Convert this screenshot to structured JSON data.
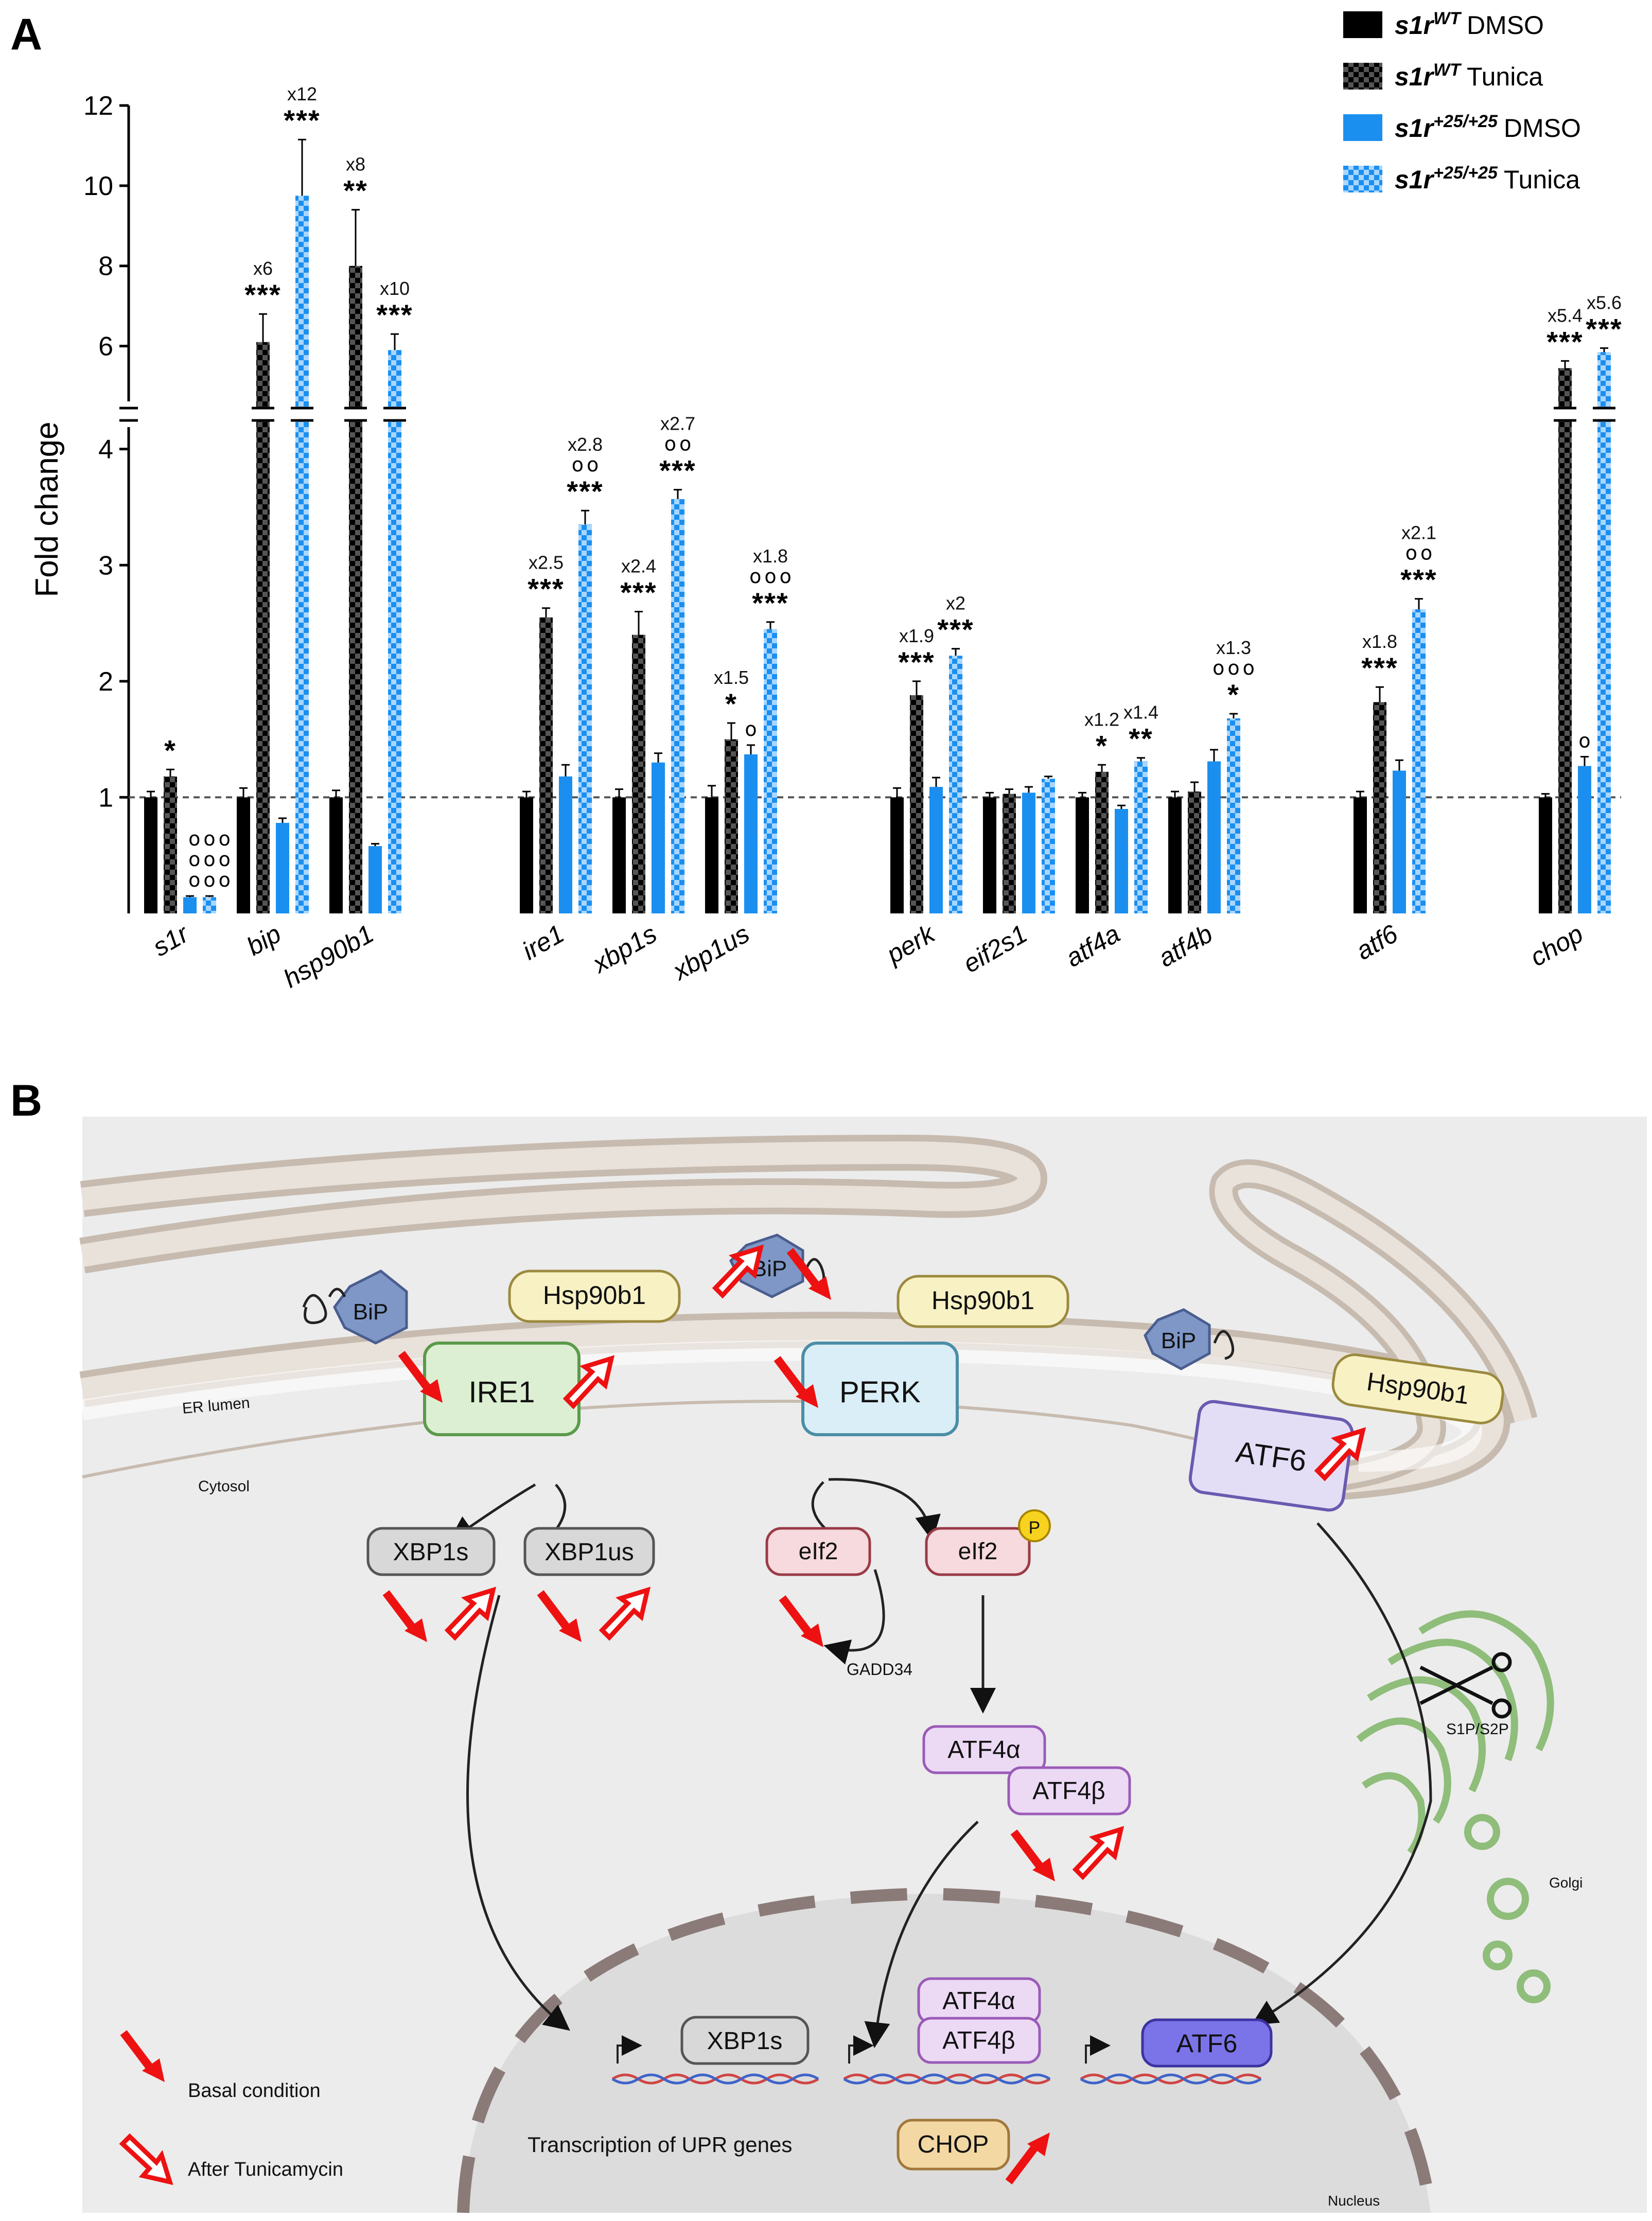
{
  "panels": {
    "a": "A",
    "b": "B"
  },
  "legend": [
    {
      "gene": "s1r",
      "sup": "WT",
      "treat": "DMSO"
    },
    {
      "gene": "s1r",
      "sup": "WT",
      "treat": "Tunica"
    },
    {
      "gene": "s1r",
      "sup": "+25/+25",
      "treat": "DMSO"
    },
    {
      "gene": "s1r",
      "sup": "+25/+25",
      "treat": "Tunica"
    }
  ],
  "chart_data": {
    "type": "bar",
    "ylabel": "Fold change",
    "yticks_lower": [
      "1",
      "2",
      "3",
      "4"
    ],
    "yticks_upper": [
      "6",
      "8",
      "10",
      "12"
    ],
    "axis_break": 4.3,
    "reference_line": 1,
    "categories": [
      "s1r",
      "bip",
      "hsp90b1",
      "ire1",
      "xbp1s",
      "xbp1us",
      "perk",
      "eif2s1",
      "atf4a",
      "atf4b",
      "atf6",
      "chop"
    ],
    "series": [
      {
        "name": "s1rWT DMSO",
        "color": "#000000",
        "pattern": "solid",
        "values": [
          1,
          1,
          1,
          1,
          1,
          1,
          1,
          1,
          1,
          1,
          1,
          1
        ],
        "err": [
          0.05,
          0.08,
          0.06,
          0.05,
          0.07,
          0.1,
          0.08,
          0.04,
          0.04,
          0.05,
          0.05,
          0.03
        ]
      },
      {
        "name": "s1rWT Tunica",
        "color": "#1a1a1a",
        "pattern": "check",
        "values": [
          1.18,
          6.1,
          8,
          2.55,
          2.4,
          1.5,
          1.88,
          1.03,
          1.22,
          1.05,
          1.82,
          5.45
        ],
        "err": [
          0.06,
          0.7,
          1.4,
          0.08,
          0.2,
          0.14,
          0.12,
          0.04,
          0.06,
          0.08,
          0.13,
          0.18
        ]
      },
      {
        "name": "s1r+25/+25 DMSO",
        "color": "#1b8ff0",
        "pattern": "solid",
        "values": [
          0.14,
          0.78,
          0.58,
          1.18,
          1.3,
          1.37,
          1.09,
          1.04,
          0.9,
          1.31,
          1.23,
          1.27
        ],
        "err": [
          0.01,
          0.04,
          0.02,
          0.1,
          0.08,
          0.08,
          0.08,
          0.05,
          0.03,
          0.1,
          0.09,
          0.08
        ]
      },
      {
        "name": "s1r+25/+25 Tunica",
        "color": "#3aa4ff",
        "pattern": "check",
        "values": [
          0.14,
          9.75,
          5.9,
          3.35,
          3.57,
          2.45,
          2.22,
          1.16,
          1.31,
          1.68,
          2.62,
          5.85
        ],
        "err": [
          0.01,
          1.4,
          0.4,
          0.12,
          0.08,
          0.06,
          0.06,
          0.02,
          0.03,
          0.04,
          0.09,
          0.1
        ]
      }
    ],
    "annotations": [
      {
        "cat": 0,
        "series": 1,
        "fold": "",
        "circ": "",
        "stars": "*"
      },
      {
        "cat": 0,
        "series": 3,
        "fold": "",
        "circ": "ooo|ooo|ooo",
        "stars": ""
      },
      {
        "cat": 1,
        "series": 1,
        "fold": "x6",
        "circ": "",
        "stars": "***"
      },
      {
        "cat": 1,
        "series": 3,
        "fold": "x12",
        "circ": "",
        "stars": "***"
      },
      {
        "cat": 2,
        "series": 1,
        "fold": "x8",
        "circ": "",
        "stars": "**"
      },
      {
        "cat": 2,
        "series": 3,
        "fold": "x10",
        "circ": "",
        "stars": "***"
      },
      {
        "cat": 3,
        "series": 1,
        "fold": "x2.5",
        "circ": "",
        "stars": "***"
      },
      {
        "cat": 3,
        "series": 3,
        "fold": "x2.8",
        "circ": "oo",
        "stars": "***"
      },
      {
        "cat": 4,
        "series": 1,
        "fold": "x2.4",
        "circ": "",
        "stars": "***"
      },
      {
        "cat": 4,
        "series": 3,
        "fold": "x2.7",
        "circ": "oo",
        "stars": "***"
      },
      {
        "cat": 5,
        "series": 1,
        "fold": "x1.5",
        "circ": "",
        "stars": "*"
      },
      {
        "cat": 5,
        "series": 2,
        "fold": "",
        "circ": "o",
        "stars": ""
      },
      {
        "cat": 5,
        "series": 3,
        "fold": "x1.8",
        "circ": "ooo",
        "stars": "***"
      },
      {
        "cat": 6,
        "series": 1,
        "fold": "x1.9",
        "circ": "",
        "stars": "***"
      },
      {
        "cat": 6,
        "series": 3,
        "fold": "x2",
        "circ": "",
        "stars": "***"
      },
      {
        "cat": 8,
        "series": 1,
        "fold": "x1.2",
        "circ": "",
        "stars": "*"
      },
      {
        "cat": 8,
        "series": 3,
        "fold": "x1.4",
        "circ": "",
        "stars": "**"
      },
      {
        "cat": 9,
        "series": 3,
        "fold": "x1.3",
        "circ": "ooo",
        "stars": "*"
      },
      {
        "cat": 10,
        "series": 1,
        "fold": "x1.8",
        "circ": "",
        "stars": "***"
      },
      {
        "cat": 10,
        "series": 3,
        "fold": "x2.1",
        "circ": "oo",
        "stars": "***"
      },
      {
        "cat": 11,
        "series": 1,
        "fold": "x5.4",
        "circ": "",
        "stars": "***"
      },
      {
        "cat": 11,
        "series": 2,
        "fold": "",
        "circ": "o",
        "stars": ""
      },
      {
        "cat": 11,
        "series": 3,
        "fold": "x5.6",
        "circ": "",
        "stars": "***"
      }
    ]
  },
  "diagram": {
    "er_lumen": "ER lumen",
    "cytosol": "Cytosol",
    "golgi": "Golgi",
    "nucleus": "Nucleus",
    "bip": "BiP",
    "hsp90b1": "Hsp90b1",
    "ire1": "IRE1",
    "perk": "PERK",
    "atf6": "ATF6",
    "xbp1s": "XBP1s",
    "xbp1us": "XBP1us",
    "eif2": "eIf2",
    "p": "P",
    "gadd34": "GADD34",
    "atf4a": "ATF4α",
    "atf4b": "ATF4β",
    "s1p_s2p": "S1P/S2P",
    "chop": "CHOP",
    "transcription": "Transcription of UPR genes",
    "legend_basal": "Basal condition",
    "legend_tunica": "After Tunicamycin"
  }
}
